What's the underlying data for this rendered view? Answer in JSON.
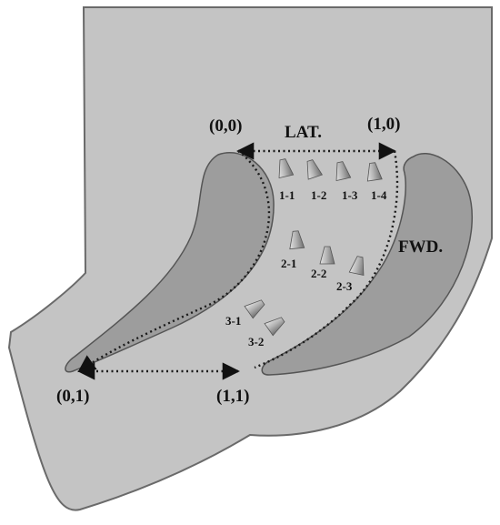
{
  "colors": {
    "panel_fill": "#c4c4c4",
    "panel_stroke": "#6a6a6a",
    "vane_fill": "#9d9d9d",
    "vane_stroke": "#555555",
    "dotted_line": "#1a1a1a",
    "arrow": "#111111",
    "pin_light": "#e2e2e2",
    "pin_dark": "#6f6f6f"
  },
  "corners": {
    "top_left": "(0,0)",
    "top_right": "(1,0)",
    "bottom_left": "(0,1)",
    "bottom_right": "(1,1)"
  },
  "axis_labels": {
    "lateral": "LAT.",
    "forward": "FWD."
  },
  "points": [
    {
      "id": "1-1"
    },
    {
      "id": "1-2"
    },
    {
      "id": "1-3"
    },
    {
      "id": "1-4"
    },
    {
      "id": "2-1"
    },
    {
      "id": "2-2"
    },
    {
      "id": "2-3"
    },
    {
      "id": "3-1"
    },
    {
      "id": "3-2"
    }
  ]
}
